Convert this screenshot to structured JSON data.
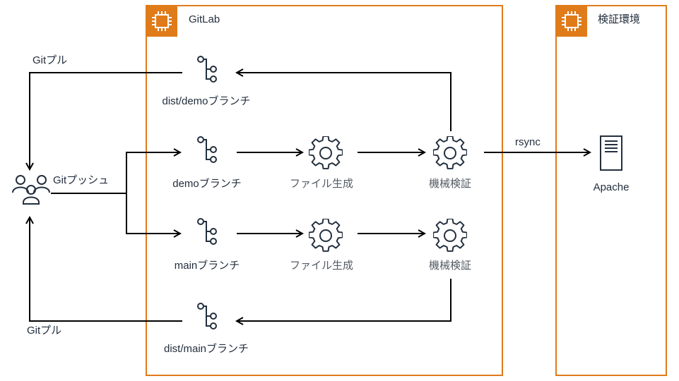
{
  "groups": {
    "gitlab": {
      "title": "GitLab"
    },
    "verify_env": {
      "title": "検証環境"
    }
  },
  "actors": {
    "users": {
      "icon": "users-icon"
    }
  },
  "branches": {
    "dist_demo": "dist/demoブランチ",
    "demo": "demoブランチ",
    "main": "mainブランチ",
    "dist_main": "dist/mainブランチ"
  },
  "steps": {
    "generate_demo": "ファイル生成",
    "verify_demo": "機械検証",
    "generate_main": "ファイル生成",
    "verify_main": "機械検証"
  },
  "server": {
    "label": "Apache",
    "icon": "server-icon"
  },
  "edges": {
    "pull_top": "Gitプル",
    "push": "Gitプッシュ",
    "pull_bottom": "Gitプル",
    "rsync": "rsync"
  },
  "icons": {
    "group": "chip-icon",
    "branch": "git-branch-icon",
    "step": "gear-icon"
  },
  "colors": {
    "group_border": "#e07b1a",
    "group_header": "#e07b1a",
    "line": "#000000",
    "icon": "#232f3e"
  }
}
